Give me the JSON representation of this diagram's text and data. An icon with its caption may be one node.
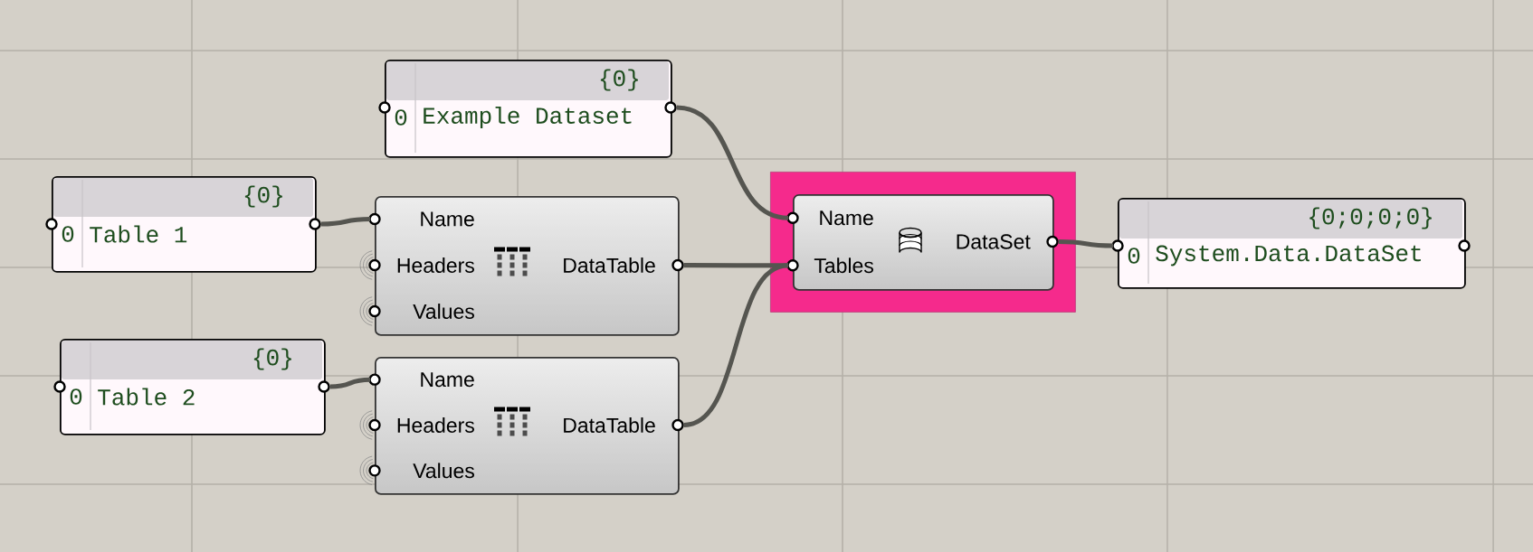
{
  "diagram": {
    "nodes": [
      {
        "text": [
          "{0}",
          "0",
          "Example Dataset"
        ]
      },
      {
        "text": [
          "{0}",
          "0",
          "Table 1"
        ]
      },
      {
        "text": [
          "Name",
          "Headers",
          "Values",
          "DataTable"
        ]
      },
      {
        "text": [
          "{0}",
          "0",
          "Table 2"
        ]
      },
      {
        "text": [
          "Name",
          "Headers",
          "Values",
          "DataTable"
        ]
      },
      {
        "text": [],
        "shape": "box"
      },
      {
        "text": [
          "Name",
          "Tables",
          "DataSet"
        ],
        "in": 5
      },
      {
        "text": [
          "{0;0;0;0}",
          "0",
          "System.Data.DataSet"
        ]
      }
    ],
    "edges": [
      {
        "from": 0,
        "to": 6,
        "arrow": "none"
      },
      {
        "from": 1,
        "to": 2,
        "arrow": "none"
      },
      {
        "from": 2,
        "to": 6,
        "arrow": "none"
      },
      {
        "from": 3,
        "to": 4,
        "arrow": "none"
      },
      {
        "from": 4,
        "to": 6,
        "arrow": "none"
      },
      {
        "from": 6,
        "to": 7,
        "arrow": "none"
      }
    ]
  }
}
